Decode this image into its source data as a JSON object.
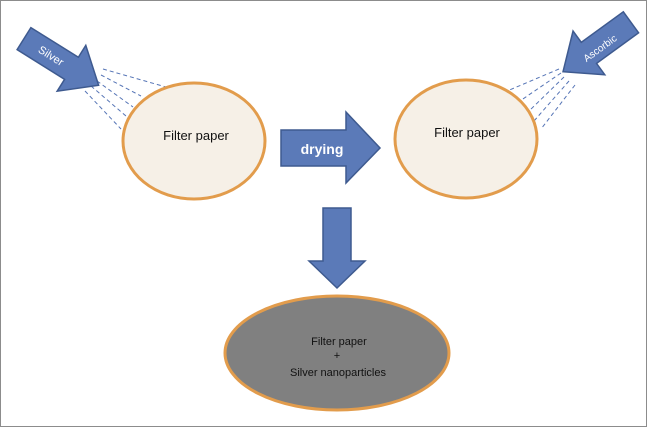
{
  "diagram": {
    "inputs": {
      "silver_label": "Silver",
      "ascorbic_label": "Ascorbic"
    },
    "stages": {
      "first_paper_label": "Filter paper",
      "drying_label": "drying",
      "second_paper_label": "Filter paper",
      "product_line1": "Filter paper",
      "product_line2": "+",
      "product_line3": "Silver nanoparticles"
    },
    "colors": {
      "arrow_fill": "#5b7ab8",
      "arrow_stroke": "#3e5a8f",
      "paper_fill": "#f6f0e7",
      "paper_stroke": "#e29c4c",
      "product_fill": "#808080",
      "dashed_line": "#5675b6",
      "label_text_light": "#ffffff",
      "label_text_dark": "#111111"
    }
  }
}
